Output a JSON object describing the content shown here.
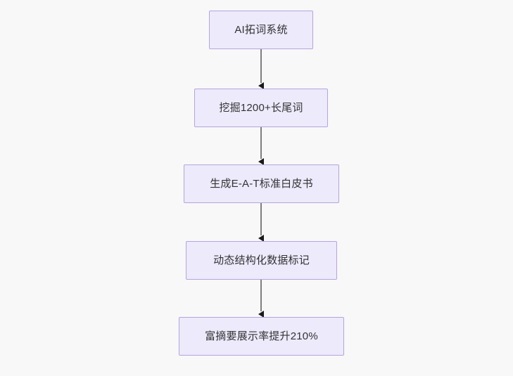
{
  "diagram": {
    "type": "flowchart",
    "direction": "top-to-bottom",
    "background_color": "#f8f8f8",
    "node_fill_color": "#eceafb",
    "node_border_color": "#b6a4dd",
    "node_text_color": "#333333",
    "edge_color": "#7f7f7f",
    "arrowhead_color": "#1a1a1a",
    "nodes": [
      {
        "id": "n0",
        "label": "AI拓词系统"
      },
      {
        "id": "n1",
        "label": "挖掘1200+长尾词"
      },
      {
        "id": "n2",
        "label": "生成E-A-T标准白皮书"
      },
      {
        "id": "n3",
        "label": "动态结构化数据标记"
      },
      {
        "id": "n4",
        "label": "富摘要展示率提升210%"
      }
    ],
    "edges": [
      {
        "from": "n0",
        "to": "n1",
        "label": ""
      },
      {
        "from": "n1",
        "to": "n2",
        "label": ""
      },
      {
        "from": "n2",
        "to": "n3",
        "label": ""
      },
      {
        "from": "n3",
        "to": "n4",
        "label": ""
      }
    ]
  }
}
